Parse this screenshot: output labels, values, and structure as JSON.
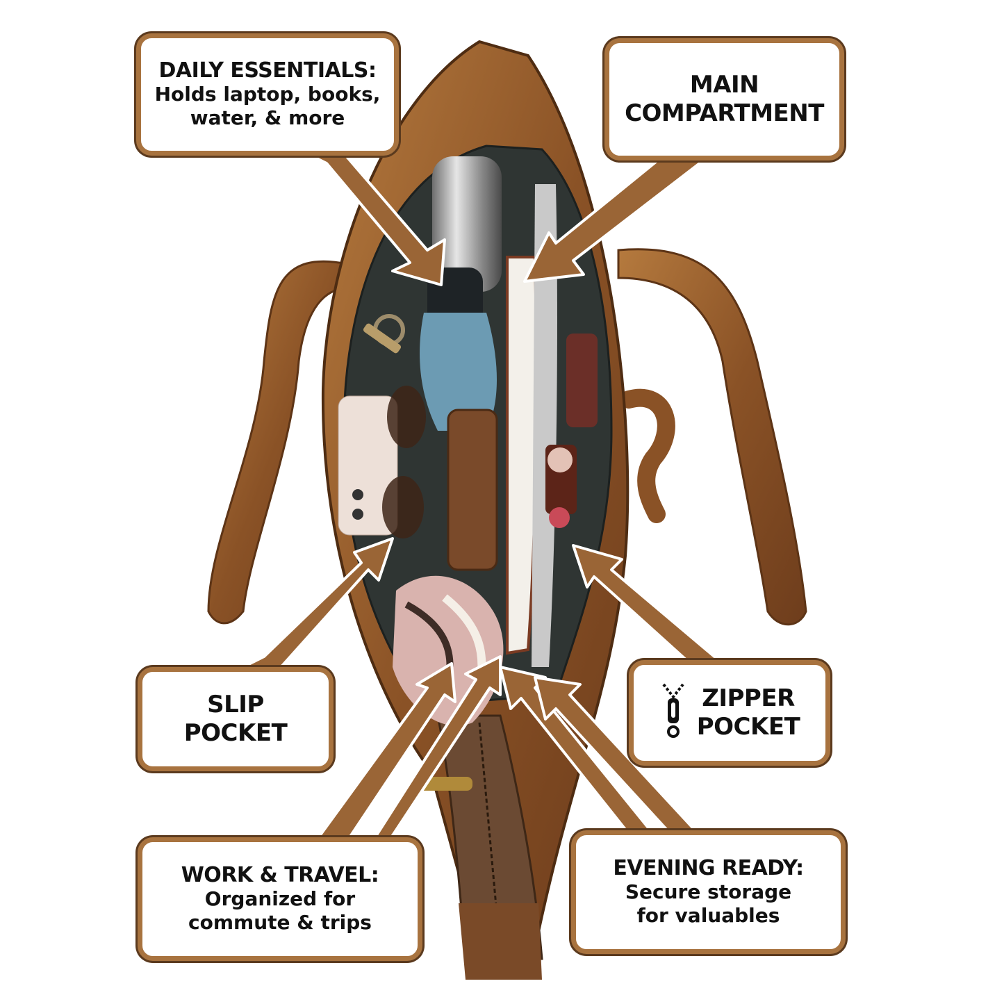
{
  "callouts": {
    "daily": {
      "heading": "DAILY ESSENTIALS:",
      "line1": "Holds laptop, books,",
      "line2": "water, & more"
    },
    "main": {
      "line1": "MAIN",
      "line2": "COMPARTMENT"
    },
    "slip": {
      "line1": "SLIP",
      "line2": "POCKET"
    },
    "zipper": {
      "line1": "ZIPPER",
      "line2": "POCKET",
      "icon": "zipper-icon"
    },
    "work": {
      "heading": "WORK & TRAVEL:",
      "line1": "Organized for",
      "line2": "commute & trips"
    },
    "evening": {
      "heading": "EVENING READY:",
      "line1": "Secure storage",
      "line2": "for valuables"
    }
  },
  "colors": {
    "callout_border": "#a8733f",
    "arrow_fill": "#9a6536",
    "arrow_outline": "#ffffff",
    "bag_leather": "#8a5226",
    "bag_lining": "#2f3533"
  }
}
